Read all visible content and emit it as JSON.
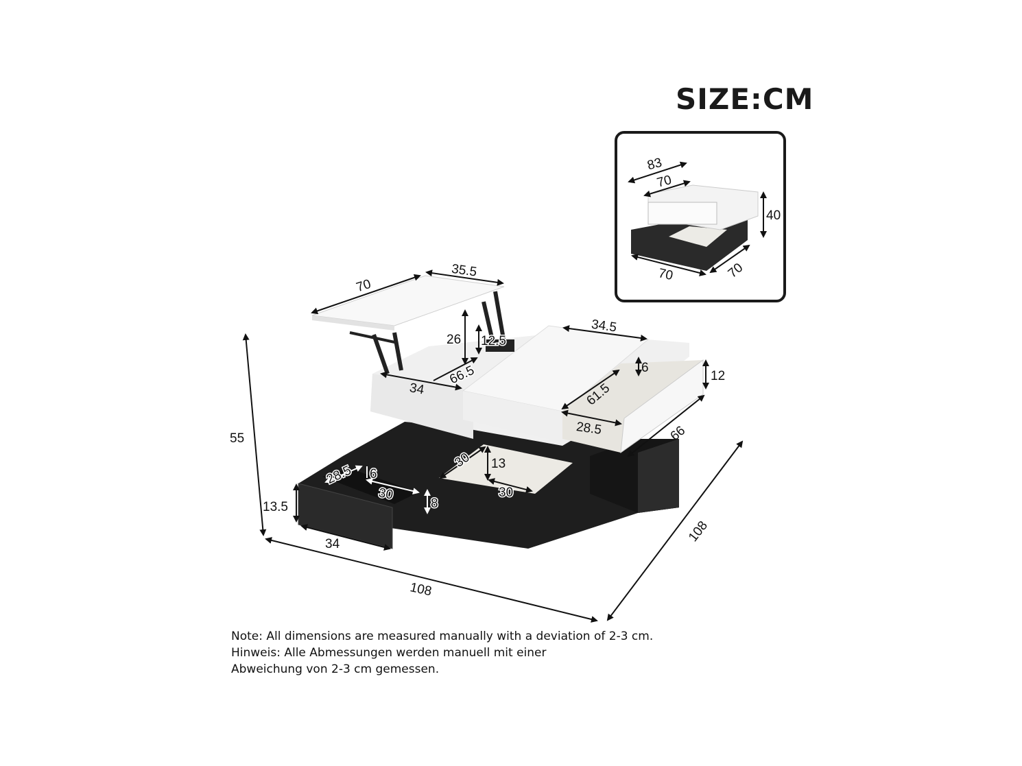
{
  "header": {
    "title": "SIZE:CM"
  },
  "inset": {
    "label": "table-closed-view",
    "dims": {
      "top_depth_outer": "83",
      "top_depth_inner": "70",
      "height": "40",
      "base_width": "70",
      "base_depth": "70"
    }
  },
  "main_view": {
    "overall": {
      "height": "55",
      "width": "108",
      "depth": "108"
    },
    "lift_top": {
      "width": "70",
      "depth": "35.5",
      "lift_height": "26",
      "compartment_height": "12.5",
      "compartment_length": "66.5",
      "compartment_width": "34"
    },
    "fixed_top": {
      "width": "34.5"
    },
    "upper_drawer": {
      "inner_height": "6",
      "front_height": "12",
      "inner_length": "61.5",
      "inner_width": "28.5",
      "outer_length": "66"
    },
    "lower_left_drawer": {
      "inner_width": "28.5",
      "inner_height": "6",
      "inner_length": "30",
      "side_height": "8",
      "front_height": "13.5",
      "front_width": "34"
    },
    "open_cube": {
      "width": "30",
      "height": "13",
      "depth": "30"
    }
  },
  "note": {
    "line1": "Note: All dimensions are measured manually with a deviation of 2-3 cm.",
    "line2": "Hinweis: Alle Abmessungen werden manuell mit einer",
    "line3": "Abweichung von 2-3 cm gemessen."
  },
  "colors": {
    "white_panel": "#f4f4f4",
    "black_panel": "#1e1e1e",
    "line": "#111111",
    "inner": "#e8e6e1"
  }
}
